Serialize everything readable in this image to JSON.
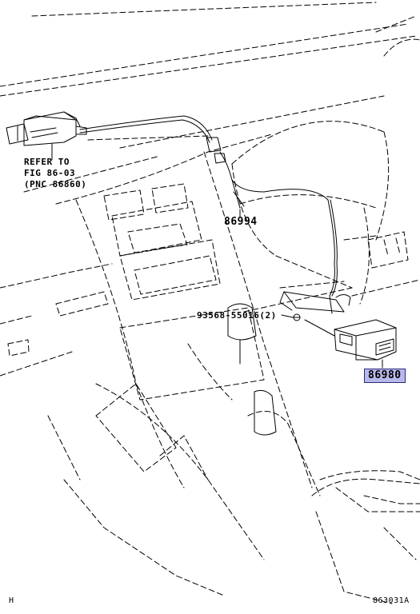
{
  "callouts": {
    "refer_line1": "REFER TO",
    "refer_line2": "FIG 86-03",
    "refer_line3": "(PNC 86860)",
    "part_86994": "86994",
    "part_bolt": "93568-55016(2)",
    "part_86980": "86980"
  },
  "footer": {
    "left_mark": "H",
    "figure_code": "863031A"
  },
  "colors": {
    "line": "#000000",
    "highlight_fill": "#b8b8ec",
    "highlight_border": "#2a2a7a"
  }
}
